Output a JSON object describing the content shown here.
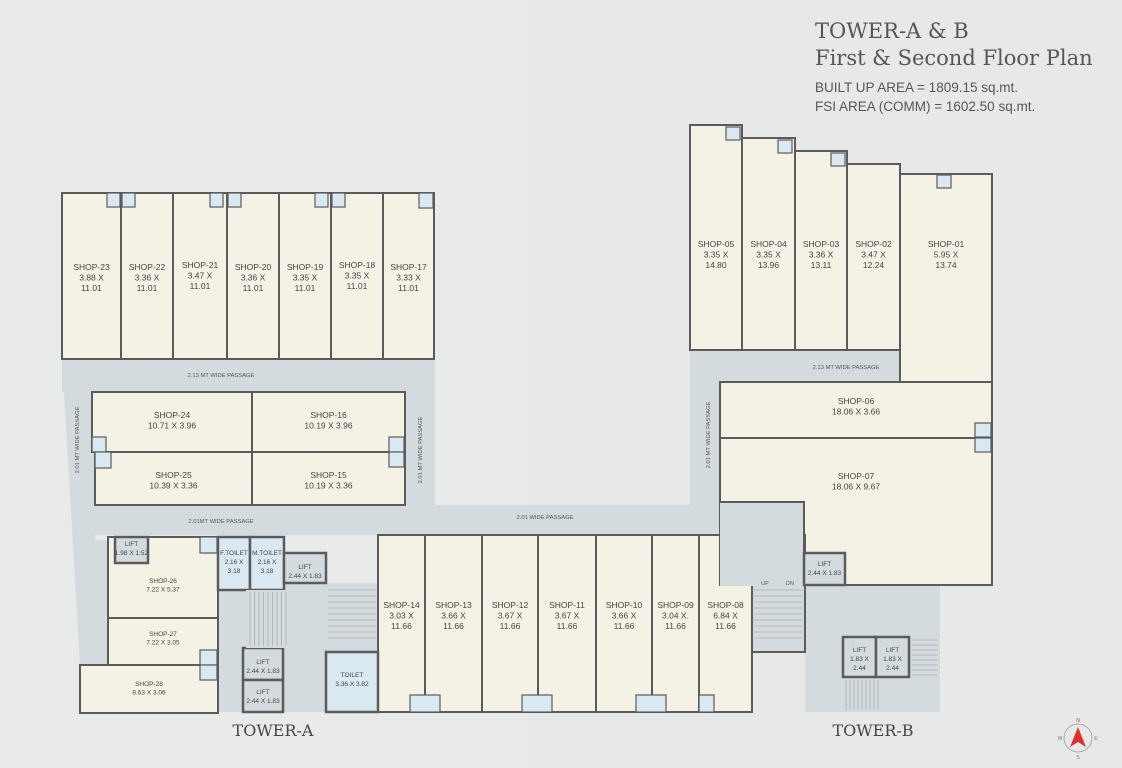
{
  "title": {
    "line1": "TOWER-A & B",
    "line2": "First  & Second Floor Plan",
    "built_up": "BUILT UP AREA = 1809.15 sq.mt.",
    "fsi": "FSI AREA (COMM) = 1602.50 sq.mt."
  },
  "towers": [
    "TOWER-A",
    "TOWER-B"
  ],
  "shops": [
    {
      "name": "SHOP-23",
      "dims": [
        "3.88 X",
        "11.01"
      ]
    },
    {
      "name": "SHOP-22",
      "dims": [
        "3.36 X",
        "11.01"
      ]
    },
    {
      "name": "SHOP-21",
      "dims": [
        "3.47 X",
        "11.01"
      ]
    },
    {
      "name": "SHOP-20",
      "dims": [
        "3.36 X",
        "11.01"
      ]
    },
    {
      "name": "SHOP-19",
      "dims": [
        "3.35 X",
        "11.01"
      ]
    },
    {
      "name": "SHOP-18",
      "dims": [
        "3.35 X",
        "11.01"
      ]
    },
    {
      "name": "SHOP-17",
      "dims": [
        "3.33 X",
        "11.01"
      ]
    },
    {
      "name": "SHOP-24",
      "dims": [
        "10.71 X 3.96"
      ]
    },
    {
      "name": "SHOP-16",
      "dims": [
        "10.19 X 3.96"
      ]
    },
    {
      "name": "SHOP-25",
      "dims": [
        "10.39 X 3.36"
      ]
    },
    {
      "name": "SHOP-15",
      "dims": [
        "10.19 X 3.36"
      ]
    },
    {
      "name": "SHOP-26",
      "dims": [
        "7.22 X 5.37"
      ]
    },
    {
      "name": "SHOP-27",
      "dims": [
        "7.22 X 3.05"
      ]
    },
    {
      "name": "SHOP-28",
      "dims": [
        "8.63 X 3.06"
      ]
    },
    {
      "name": "SHOP-14",
      "dims": [
        "3.03 X",
        "11.66"
      ]
    },
    {
      "name": "SHOP-13",
      "dims": [
        "3.66 X",
        "11.66"
      ]
    },
    {
      "name": "SHOP-12",
      "dims": [
        "3.67 X",
        "11.66"
      ]
    },
    {
      "name": "SHOP-11",
      "dims": [
        "3.67 X",
        "11.66"
      ]
    },
    {
      "name": "SHOP-10",
      "dims": [
        "3.66 X",
        "11.66"
      ]
    },
    {
      "name": "SHOP-09",
      "dims": [
        "3.04 X.",
        "11.66"
      ]
    },
    {
      "name": "SHOP-08",
      "dims": [
        "6.84 X",
        "11.66"
      ]
    },
    {
      "name": "SHOP-05",
      "dims": [
        "3.35 X",
        "14.80"
      ]
    },
    {
      "name": "SHOP-04",
      "dims": [
        "3.35 X",
        "13.96"
      ]
    },
    {
      "name": "SHOP-03",
      "dims": [
        "3.36 X",
        "13.11"
      ]
    },
    {
      "name": "SHOP-02",
      "dims": [
        "3.47 X",
        "12.24"
      ]
    },
    {
      "name": "SHOP-01",
      "dims": [
        "5.95 X",
        "13.74"
      ]
    },
    {
      "name": "SHOP-06",
      "dims": [
        "18.06 X 3.66"
      ]
    },
    {
      "name": "SHOP-07",
      "dims": [
        "18.06 X 9.67"
      ]
    }
  ],
  "services": [
    {
      "name": "LIFT",
      "dims": [
        "1.98 X 1.52"
      ]
    },
    {
      "name": "F.TOILET",
      "dims": [
        "2.16 X",
        "3.18"
      ]
    },
    {
      "name": "M.TOILET",
      "dims": [
        "2.16 X",
        "3.18"
      ]
    },
    {
      "name": "LIFT",
      "dims": [
        "2.44 X 1.83"
      ]
    },
    {
      "name": "LIFT",
      "dims": [
        "2.44 X 1.83"
      ]
    },
    {
      "name": "LIFT",
      "dims": [
        "2.44 X 1.83"
      ]
    },
    {
      "name": "TOILET",
      "dims": [
        "3.36 X 3.82"
      ]
    },
    {
      "name": "LIFT",
      "dims": [
        "2.44 X 1.83"
      ]
    },
    {
      "name": "LIFT",
      "dims": [
        "1.83 X",
        "2.44"
      ]
    },
    {
      "name": "LIFT",
      "dims": [
        "1.83 X",
        "2.44"
      ]
    }
  ],
  "passages": [
    "2.13 MT WIDE PASSAGE",
    "2.01  MT  WIDE  PASSAGE",
    "2.01  MT  WIDE  PASSAGE",
    "2.01MT WIDE PASSAGE",
    "2.01 WIDE PASSAGE",
    "2.13 MT WIDE PASSAGE",
    "2.01  MT  WIDE  PASSAGE"
  ],
  "stairs": {
    "up": "UP",
    "dn": "DN"
  },
  "compass": {
    "n": "N",
    "s": "S",
    "e": "E",
    "w": "W"
  },
  "colors": {
    "shop": "#f4f1e5",
    "passage": "#d4dbde",
    "wall": "#5b5b5b",
    "wet": "#dae8f2",
    "core": "#d4dbde"
  }
}
